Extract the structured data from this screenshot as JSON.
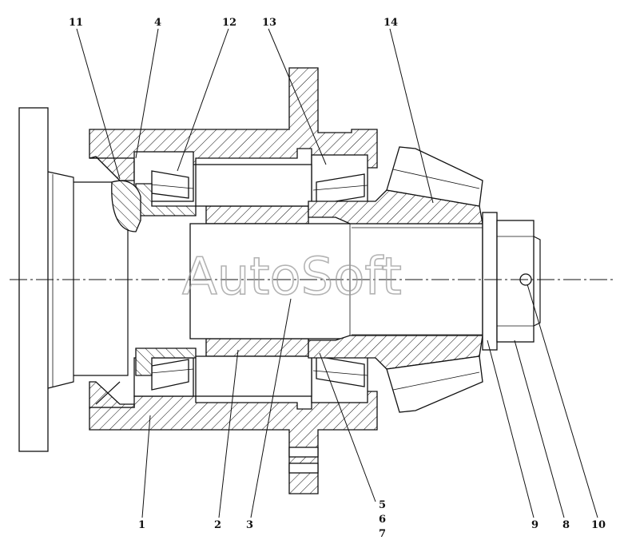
{
  "watermark": "AutoSoft",
  "callouts": {
    "c11": "11",
    "c4": "4",
    "c12": "12",
    "c13": "13",
    "c14": "14",
    "c1": "1",
    "c2": "2",
    "c3": "3",
    "c5": "5",
    "c6": "6",
    "c7": "7",
    "c9": "9",
    "c8": "8",
    "c10": "10"
  }
}
